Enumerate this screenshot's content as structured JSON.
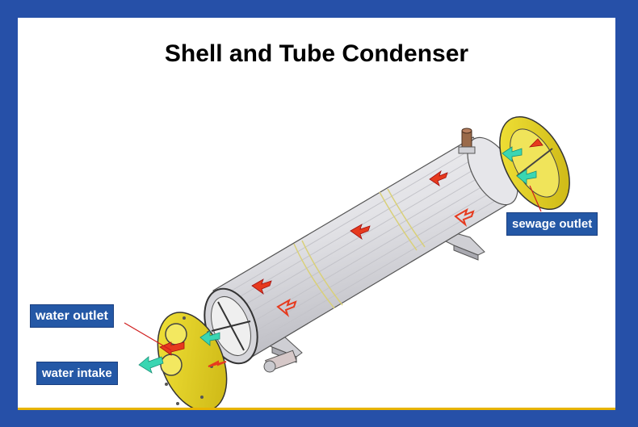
{
  "title": "Shell and Tube Condenser",
  "labels": {
    "water_outlet": "water outlet",
    "water_intake": "water intake",
    "sewage_outlet": "sewage outlet"
  },
  "colors": {
    "background": "#2650a8",
    "label_bg": "#2458a6",
    "accent_line": "#e8b400",
    "cover_yellow": "#e6d21e",
    "arrow_red": "#e63a1e",
    "arrow_cyan": "#3ad6b2"
  }
}
